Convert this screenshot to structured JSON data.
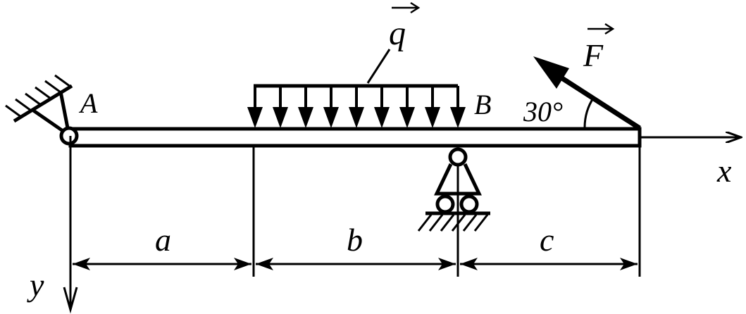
{
  "labels": {
    "support_a": "A",
    "point_b": "B",
    "load_q": "q",
    "force_f": "F",
    "angle": "30°",
    "axis_x": "x",
    "axis_y": "y",
    "dim_a": "a",
    "dim_b": "b",
    "dim_c": "c"
  },
  "colors": {
    "ink": "#000000",
    "background": "#ffffff"
  }
}
